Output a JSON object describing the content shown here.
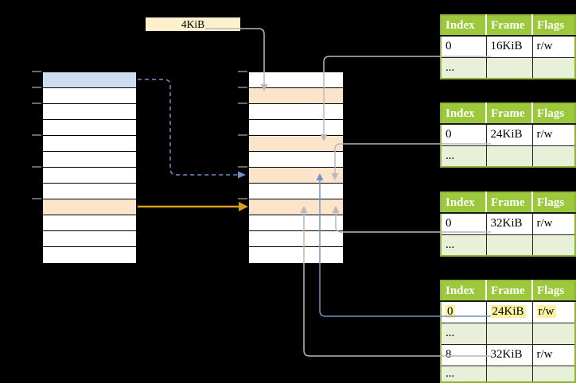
{
  "frame_size_label": "4KiB",
  "page_table_headers": [
    "Index",
    "Frame",
    "Flags"
  ],
  "tables": {
    "t1": {
      "rows": [
        [
          "0",
          "16KiB",
          "r/w"
        ],
        [
          "...",
          "",
          ""
        ]
      ]
    },
    "t2": {
      "rows": [
        [
          "0",
          "24KiB",
          "r/w"
        ],
        [
          "...",
          "",
          ""
        ]
      ]
    },
    "t3": {
      "rows": [
        [
          "0",
          "32KiB",
          "r/w"
        ],
        [
          "...",
          "",
          ""
        ]
      ]
    },
    "t4": {
      "rows": [
        [
          "0",
          "24KiB",
          "r/w"
        ],
        [
          "...",
          "",
          ""
        ],
        [
          "8",
          "32KiB",
          "r/w"
        ],
        [
          "...",
          "",
          ""
        ]
      ],
      "highlighted_row_index": 0
    }
  },
  "diagram": {
    "left_column": {
      "row_count": 12,
      "blue_rows": [
        0
      ],
      "orange_rows": [
        8
      ]
    },
    "middle_column": {
      "row_count": 12,
      "blue_rows": [],
      "orange_rows": [
        1,
        4,
        6,
        8
      ]
    }
  },
  "colors": {
    "background": "#000000",
    "row_blue": "#cddcf1",
    "row_orange": "#fce4cb",
    "label_bg": "#fcf0cd",
    "header_green": "#9cc83c",
    "row_light_green": "#e9f0da",
    "table_border_green": "#8fb436",
    "arrow_gray": "#b9b9b9",
    "arrow_blue": "#7193c6",
    "arrow_orange": "#d99c20",
    "highlight_yellow": "#fbf3a0",
    "tick_gray": "#8a8a8a"
  }
}
